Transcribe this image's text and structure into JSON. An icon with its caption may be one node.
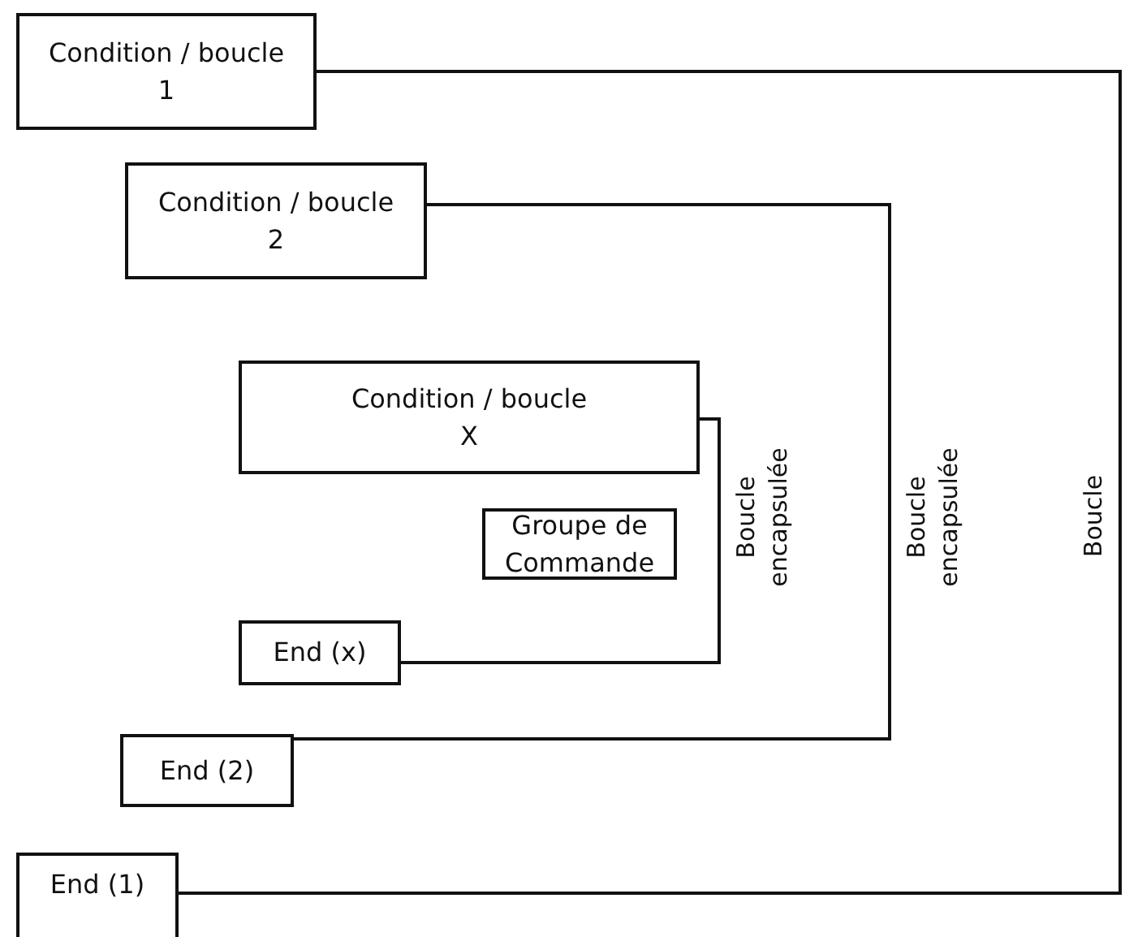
{
  "diagram": {
    "nodes": [
      {
        "text": [
          "Condition / boucle 1"
        ]
      },
      {
        "text": [
          "Condition / boucle 2"
        ]
      },
      {
        "text": [
          "Condition / boucle X"
        ]
      },
      {
        "text": [
          "Groupe de Commande"
        ]
      },
      {
        "text": [
          "End (x)"
        ]
      },
      {
        "text": [
          "End (2)"
        ]
      },
      {
        "text": [
          "End (1)"
        ]
      }
    ],
    "edges": [
      {
        "from": 0,
        "to": 6,
        "arrow": "none",
        "label": "Boucle"
      },
      {
        "from": 1,
        "to": 5,
        "arrow": "none",
        "label": "Boucle encapsulée"
      },
      {
        "from": 2,
        "to": 4,
        "arrow": "none",
        "label": "Boucle encapsulée"
      }
    ]
  }
}
